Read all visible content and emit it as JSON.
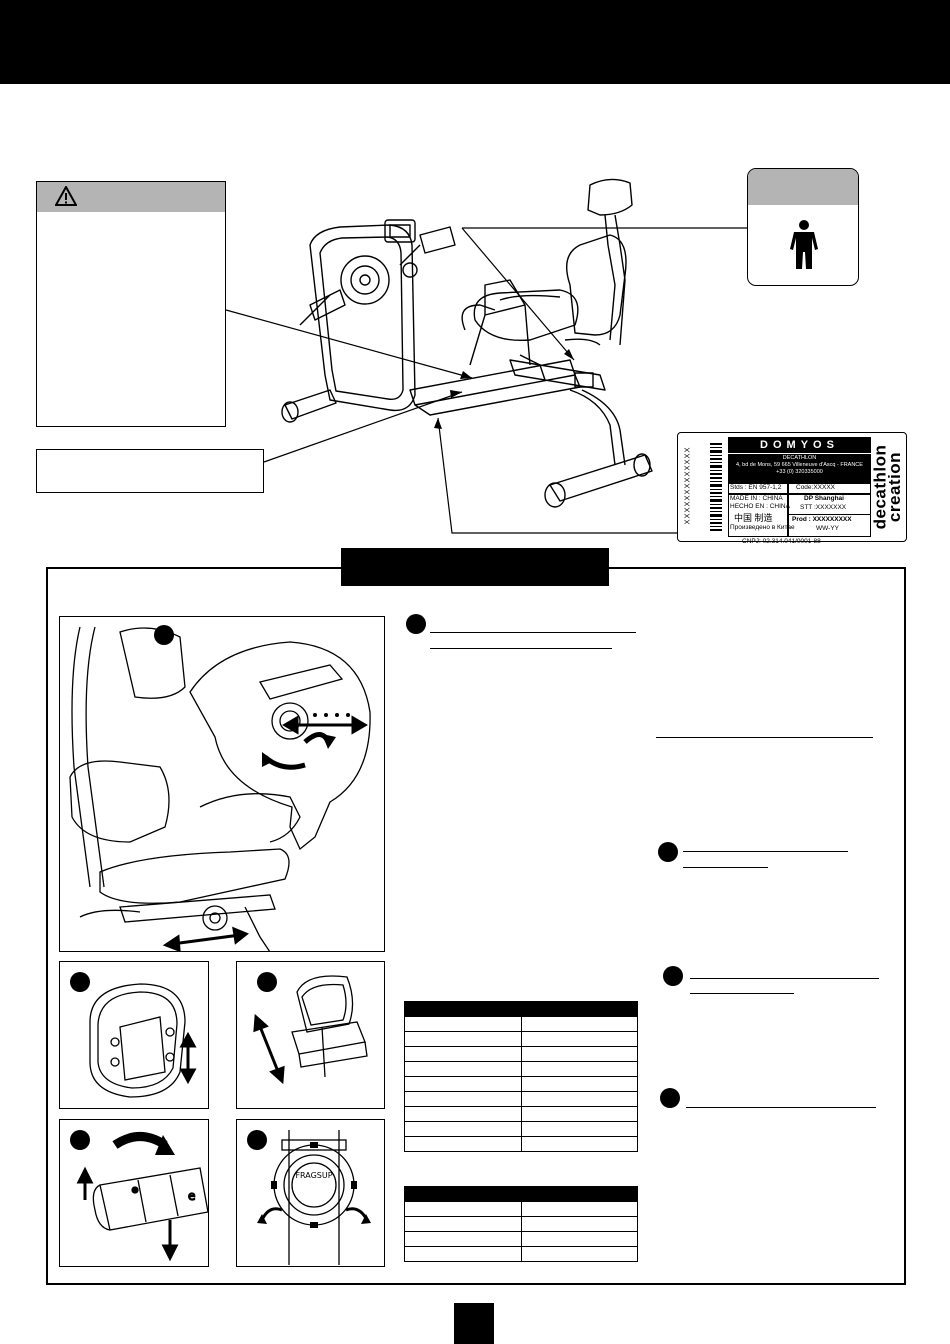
{
  "label": {
    "brand": "DOMYOS",
    "company": "DECATHLON",
    "address": "4, bd de Mons, 59 665 Villeneuve d'Ascq - FRANCE",
    "phone": "+33 (0) 320335000",
    "stds": "Stds : EN 957-1,2",
    "code": "Code:XXXXX",
    "made_in": "MADE IN : CHINA",
    "hecho_en": "HECHO EN : CHINA",
    "chinese": "中国 制造",
    "russian": "Произведено в Китае",
    "dp": "DP Shanghai",
    "stt": "STT :XXXXXXX",
    "prod": "Prod : XXXXXXXXX",
    "week": "WW-YY",
    "cnpj": "CNPJ: 02.314.041/0001-88",
    "serial_vertical": "XXXXXXXXXXXXX",
    "side_line1": "decathlon",
    "side_line2": "creation"
  },
  "figures": {
    "knob_text": "FRAGSUP"
  },
  "colors": {
    "header": "#000000",
    "callout_header": "#b4b4b4"
  }
}
